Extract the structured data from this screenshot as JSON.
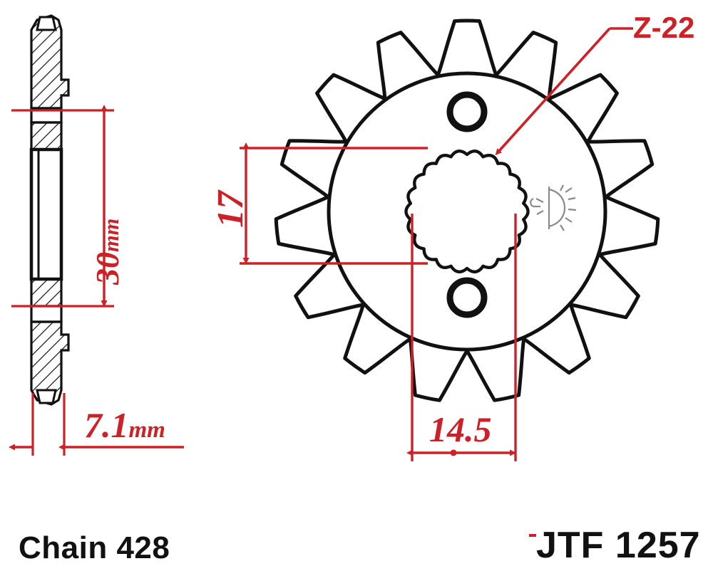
{
  "drawing": {
    "title_left": "Chain 428",
    "part_number": "JTF 1257",
    "callout": "Z-22",
    "dimensions": {
      "hub_depth": "30",
      "hub_depth_unit": "mm",
      "tooth_thickness": "7.1",
      "tooth_thickness_unit": "mm",
      "bore_height": "17",
      "bolt_spacing": "14.5"
    },
    "views": {
      "section_view_name": "side-section-view",
      "front_view_name": "front-sprocket-view"
    },
    "geometry": {
      "teeth_count": 15,
      "spline_count": 22,
      "bolt_hole_count": 2
    },
    "colors": {
      "dimension_red": "#cc2127",
      "outline_black": "#111111",
      "annotation_gray": "#8a8a8a",
      "background": "#ffffff"
    }
  }
}
